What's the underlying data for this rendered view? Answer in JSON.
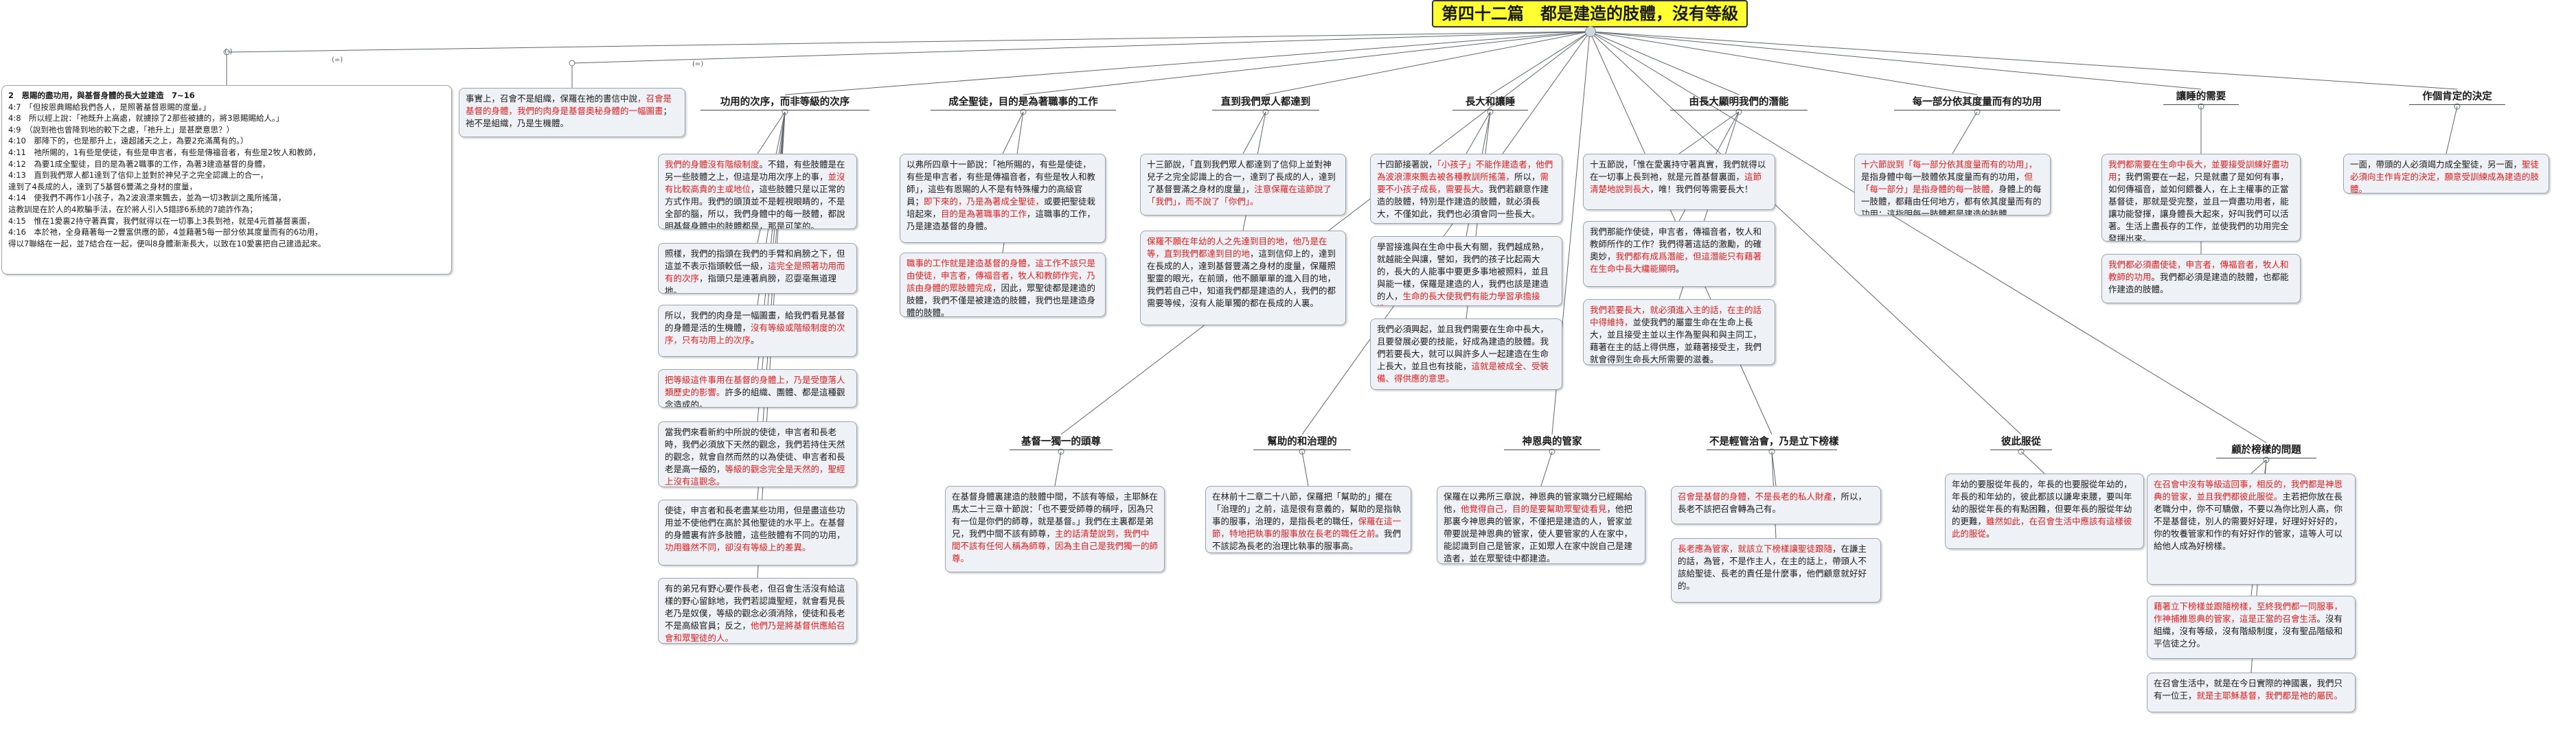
{
  "title": "第四十二篇　都是建造的肢體，沒有等級",
  "outline": {
    "heading": "2　恩賜的盡功用，與基督身體的長大並建造　7~16",
    "lines": [
      "4:7　「但按恩典賜給我們各人，是照著基督恩賜的度量。」",
      "4:8　所以經上說：「祂既升上高處，就擄掠了2那些被擄的，將3恩賜賜給人。」",
      "4:9　（說到祂也曾降到地的較下之處，「祂升上」是甚麼意思？）",
      "4:10　那降下的，也是那升上，遠超諸天之上，為要2充滿萬有的。）",
      "4:11　祂所賜的，1有些是使徒，有些是申言者，有些是傳福音者，有些是2牧人和教師，",
      "4:12　為要1成全聖徒，目的是為著2職事的工作，為著3建造基督的身體，",
      "4:13　直到我們眾人都1達到了信仰上並對於神兒子之完全認識上的合一，",
      "達到了4長成的人，達到了5基督6豐滿之身材的度量，",
      "4:14　使我們不再作1小孩子，為2波浪漂來飄去，並為一切3教訓之風所搖蕩，",
      "這教訓是在於人的4欺騙手法，在於將人引入5錯謬6系統的7詭詐作為；",
      "4:15　惟在1愛裏2持守著真實，我們就得以在一切事上3長到祂，就是4元首基督裏面，",
      "4:16　本於祂，全身藉著每一2豐富供應的節，4並藉著5每一部分依其度量而有的6功用，",
      "得以7聯絡在一起，並7結合在一起，便叫8身體漸漸長大，以致在10愛裏把自己建造起來。"
    ]
  },
  "branch_marks": [
    "(-)",
    "(=)",
    "(=)"
  ],
  "topics": [
    "功用的次序，而非等級的次序",
    "成全聖徒，目的是為著職事的工作",
    "直到我們眾人都達到",
    "長大和讓睡",
    "由長大顯明我們的潛能",
    "每一部分依其度量而有的功用",
    "讓睡的需要",
    "作個肯定的決定",
    "基督一獨一的頭尊",
    "幫助的和治理的",
    "神恩典的管家",
    "不是輕管治會，乃是立下榜樣",
    "彼此服從",
    "顧於榜樣的問題"
  ],
  "nodes": {
    "intro": {
      "segs": [
        {
          "t": "事實上，召會不是組織，保羅在祂的書信中說",
          "r": false
        },
        {
          "t": "，召會是基督的身體，我們的肉身是基督奧秘身體的一幅圖畫",
          "r": true
        },
        {
          "t": "；祂不是組織，乃是生機體。",
          "r": false
        }
      ]
    },
    "c1a": {
      "segs": [
        {
          "t": "我們的身體沒有階級制度",
          "r": true
        },
        {
          "t": "。不錯，有些肢體是在另一些肢體之上，但這是功用次序上的事，",
          "r": false
        },
        {
          "t": "並沒有比較高貴的主或地位",
          "r": true
        },
        {
          "t": "，這些肢體只是以正常的方式作用。我們的頭頂並不是輕視眼睛的，不是全部的腦，所以，我們身體中的每一肢體，都說明基督身體中的肢體都是，那是可笑的。",
          "r": false
        }
      ]
    },
    "c1b": {
      "segs": [
        {
          "t": "照樣，我們的指頭在我們的手臂和肩膀之下，但這並不表示指頭較低一級，",
          "r": false
        },
        {
          "t": "這完全是照著功用而有的次序",
          "r": true
        },
        {
          "t": "，指頭只是連著肩膀，忍耍毫無道理地。",
          "r": false
        }
      ]
    },
    "c1c": {
      "segs": [
        {
          "t": "所以，我們的肉身是一幅圖畫，給我們看見基督的身體是活的生機體，",
          "r": false
        },
        {
          "t": "沒有等級或階級制度的次序，只有功用上的次序",
          "r": true
        },
        {
          "t": "。",
          "r": false
        }
      ]
    },
    "c1d": {
      "segs": [
        {
          "t": "把等級這件事用在基督的身體上，乃是受墮落人類歷史的影響。",
          "r": true
        },
        {
          "t": "許多的組織、團體、都是這種觀念造成的。",
          "r": false
        }
      ]
    },
    "c1e": {
      "segs": [
        {
          "t": "當我們來看新約中所說的使徒，申言者和長老時，我們必須放下天然的觀念，我們若持住天然的觀念，就會自然而然的以為使徒、申言者和長老是高一級的，",
          "r": false
        },
        {
          "t": "等級的觀念完全是天然的，聖經上沒有這觀念。",
          "r": true
        }
      ]
    },
    "c1f": {
      "segs": [
        {
          "t": "使徒，申言者和長老盡某些功用，但是盡這些功用並不使他們在高於其他聖徒的水平上。在基督的身體裏有許多肢體，這些肢體有不同的功用，",
          "r": false
        },
        {
          "t": "功用雖然不同，卻沒有等級上的差異。",
          "r": true
        }
      ]
    },
    "c1g": {
      "segs": [
        {
          "t": "有的弟兄有野心要作長老，但召會生活沒有給這樣的野心留餘地，我們若認識聖經，就會看見長老乃是奴僕，等級的觀念必須消除，使徒和長老不是高級官員；反之，",
          "r": false
        },
        {
          "t": "他們乃是將基督供應給召會和眾聖徒的人。",
          "r": true
        }
      ]
    },
    "c2a": {
      "segs": [
        {
          "t": "以弗所四章十一節說：「祂所賜的，有些是使徒，有些是申言者，有些是傳福音者，有些是牧人和教師」，這些有恩賜的人不是有特殊權力的高級官員；",
          "r": false
        },
        {
          "t": "即下來的，乃是為著成全聖徒，",
          "r": true
        },
        {
          "t": "或要把聖徒栽培起來，",
          "r": false
        },
        {
          "t": "目的是為著職事的工作",
          "r": true
        },
        {
          "t": "，這職事的工作，乃是建造基督的身體。",
          "r": false
        }
      ]
    },
    "c2b": {
      "segs": [
        {
          "t": "職事的工作就是建造基督的身體，這工作不該只是由使徒，申言者，傳福音者，牧人和教師作完，乃該由身體的眾肢體完成",
          "r": true
        },
        {
          "t": "，因此，眾聖徒都是建造的肢體，我們不僅是被建造的肢體，我們也是建造身體的肢體。",
          "r": false
        }
      ]
    },
    "c3a": {
      "segs": [
        {
          "t": "十三節說，「直到我們眾人都達到了信仰上並對神兒子之完全認識上的合一，達到了長成的人，達到了基督豐滿之身材的度量」，",
          "r": false
        },
        {
          "t": "注意保羅在這節說了「我們」，而不說了「你們」。",
          "r": true
        }
      ]
    },
    "c3b": {
      "segs": [
        {
          "t": "保羅不願在年幼的人之先達到目的地，他乃是在等，直到我們都達到目的地",
          "r": true
        },
        {
          "t": "，這到信仰上的，達到在長成的人，達到基督豐滿之身材的度量，保羅照聖靈的眼光，在前頭，他不願單單的進入目的地，我們若自己中，知道我們都是建造的人，我們的都需要等候，沒有人能單獨的都在長成的人裏。",
          "r": false
        }
      ]
    },
    "c4a": {
      "segs": [
        {
          "t": "十四節接著說，",
          "r": false
        },
        {
          "t": "「小孩子」不能作建造者，他們為波浪漂來飄去被各種教訓所搖蕩，",
          "r": true
        },
        {
          "t": "所以，",
          "r": false
        },
        {
          "t": "需要不小孩子成長，需要長大",
          "r": true
        },
        {
          "t": "。我們若顧意作建造的肢體，特別是作建造的肢體，就必須長大，不僅如此，我們也必須會同一些長大。",
          "r": false
        }
      ]
    },
    "c4b": {
      "segs": [
        {
          "t": "學習接進與在生命中長大有關，我們越成熟，就越能全與讓，譬如，我們的孩子比起兩大的，長大的人能事中要更多事地被照料，並且與能一樣，保羅是建造的人，我們也該是建造的人，",
          "r": false
        },
        {
          "t": "生命的長大使我們有能力學習承擔接進。",
          "r": true
        }
      ]
    },
    "c4c": {
      "segs": [
        {
          "t": "我們必須興起，並且我們需要在生命中長大，且要發展必要的技能，好成為建造的肢體。我們若要長大，就可以與許多人一起建造在生命上長大，並且也有技能，",
          "r": false
        },
        {
          "t": "這就是被成全、受裝備、得供應的意思。",
          "r": true
        }
      ]
    },
    "c5a": {
      "segs": [
        {
          "t": "十五節說，「惟在愛裏持守著真實，我們就得以在一切事上長到祂，就是元首基督裏面，",
          "r": false
        },
        {
          "t": "這節清楚地說到長大",
          "r": true
        },
        {
          "t": "，唯！我們何等需要長大！",
          "r": false
        }
      ]
    },
    "c5b": {
      "segs": [
        {
          "t": "我們那能作使徒，申言者，傳福音者，牧人和教師所作的工作？我們得著這話的激勵，的確奧妙，",
          "r": false
        },
        {
          "t": "我們都有成爲潛能，但這潛能只有藉著在生命中長大纔能顯明",
          "r": true
        },
        {
          "t": "。",
          "r": false
        }
      ]
    },
    "c5c": {
      "segs": [
        {
          "t": "我們若要長大，就必須進入主的話，在主的話中得維持，",
          "r": true
        },
        {
          "t": "並使我們的屬靈生命在生命上長大，並且接受主並以主作為聖與和與主同工",
          "r": false
        },
        {
          "t": "，藉著在主的話上得供應，並藉著接受主，我們就會得到生命長大所需要的滋養。",
          "r": false
        }
      ]
    },
    "c6a": {
      "segs": [
        {
          "t": "十六節說到「每一部分依其度量而有的功用」，",
          "r": true
        },
        {
          "t": "是指身體中每一肢體依其度量而有的功用，",
          "r": false
        },
        {
          "t": "但「每一部分」是指身體的每一肢體，",
          "r": true
        },
        {
          "t": "身體上的每一肢體，都藉由任何地方，都有依其度量而有的功用；這指明每一肢體都是建造的肢體。",
          "r": false
        }
      ]
    },
    "c7a": {
      "segs": [
        {
          "t": "我們都需要在生命中長大，並要接受訓練好盡功用",
          "r": true
        },
        {
          "t": "；我們需要在一起，只是就盡了是如何有事，如何傳福音，並如何餵養人，在上主權事的正當基督徒，那就是受完整，並且一齊盡功用者，能讓功能發揮，讓身體長大起來，好叫我們可以活著。生活上盡長存的工作，並使我們的功用完全發揮出來。",
          "r": false
        }
      ]
    },
    "c7b": {
      "segs": [
        {
          "t": "我們都必須盡使徒，申言者，傳福音者，牧人和教師的功用",
          "r": true
        },
        {
          "t": "。我們都必須是建造的肢體，也都能作建造的肢體。",
          "r": false
        }
      ]
    },
    "c8a": {
      "segs": [
        {
          "t": "一面，帶頭的人必須竭力成全聖徒，另一面，",
          "r": false
        },
        {
          "t": "聖徒必須向主作肯定的決定，願意受訓練成為建造的肢體。",
          "r": true
        }
      ]
    },
    "c9a": {
      "segs": [
        {
          "t": "在基督身體裏建造的肢體中間，不該有等級，主耶穌在馬太二十三章十節說：「也不要受師尊的稱呼，因為只有一位是你們的師尊，就是基督。」我們在主裏都是弟兄，我們中間不該有師尊，",
          "r": false
        },
        {
          "t": "主的話清楚說到，我們中間不該有任何人稱為師尊，因為主自己是我們獨一的師尊。",
          "r": true
        }
      ]
    },
    "c10a": {
      "segs": [
        {
          "t": "在林前十二章二十八節，保羅把「幫助的」擺在「治理的」之前，這是很有意義的，幫助的是指執事的服事，治理的，是指長老的職任，",
          "r": false
        },
        {
          "t": "保羅在這一節，特地把執事的服事放在長老的職任之前",
          "r": true
        },
        {
          "t": "。我們不該認為長老的治理比執事的服事高。",
          "r": false
        }
      ]
    },
    "c11a": {
      "segs": [
        {
          "t": "保羅在以弗所三章說，神恩典的管家職分已經賜給他，",
          "r": false
        },
        {
          "t": "他覺得自己，目的是要幫助眾聖徒看見",
          "r": true
        },
        {
          "t": "，他把那裏今神恩典的管家，不僅把是建造的人，管家並帶要說是神恩典的管家，使人要管家的人在家中，能認識到自己是管家，正如眾人在家中說自己是建造者，並在眾聖徒中都建造。",
          "r": false
        }
      ]
    },
    "c12a": {
      "segs": [
        {
          "t": "召會是基督的身體，不是長老的私人財產",
          "r": true
        },
        {
          "t": "，所以，長老不該把召會轉為己有。",
          "r": false
        }
      ]
    },
    "c12b": {
      "segs": [
        {
          "t": "長老應為管家，就該立下榜樣讓聖徒跟隨",
          "r": true
        },
        {
          "t": "，在謙主的話，為管，不是作主人，在主的話上，帶頭人不該給聖徒、長老的責任是什麼事，他們顧意就好好的。",
          "r": false
        }
      ]
    },
    "c13a": {
      "segs": [
        {
          "t": "年幼的要服從年長的，年長的也要服從年幼的，年長的和年幼的，彼此都該以謙卑束腰，要叫年幼的服從年長的有點困難，但要年長的服從年幼的更難，",
          "r": false
        },
        {
          "t": "雖然如此，在召會生活中應該有這樣彼此的服從",
          "r": true
        },
        {
          "t": "。",
          "r": false
        }
      ]
    },
    "c14a": {
      "segs": [
        {
          "t": "在召會中沒有等級這回事，相反的，我們都是神恩典的管家，並且我們都彼此服從。",
          "r": true
        },
        {
          "t": "主若把你放在長老職分中，你不可驕傲，不要以為你比別人高，你不是基督徒，別人的需要好好理，好理好好好的，你的牧養管家和作的有好好作的管家，這等人可以給他人成為好榜樣。",
          "r": false
        }
      ]
    },
    "c14b": {
      "segs": [
        {
          "t": "藉著立下榜樣並跟隨榜樣，至終我們都一同服事，作神捕推恩典的管家，這是正當的召會生活",
          "r": true
        },
        {
          "t": "。沒有組織，沒有等級，沒有階級制度，沒有聖品階級和平信徒之分。",
          "r": false
        }
      ]
    },
    "c14c": {
      "segs": [
        {
          "t": "在召會生活中，就是在今日實際的神國裏，我們只有一位王，",
          "r": false
        },
        {
          "t": "就是主耶穌基督，我們都是祂的屬民。",
          "r": true
        }
      ]
    }
  }
}
